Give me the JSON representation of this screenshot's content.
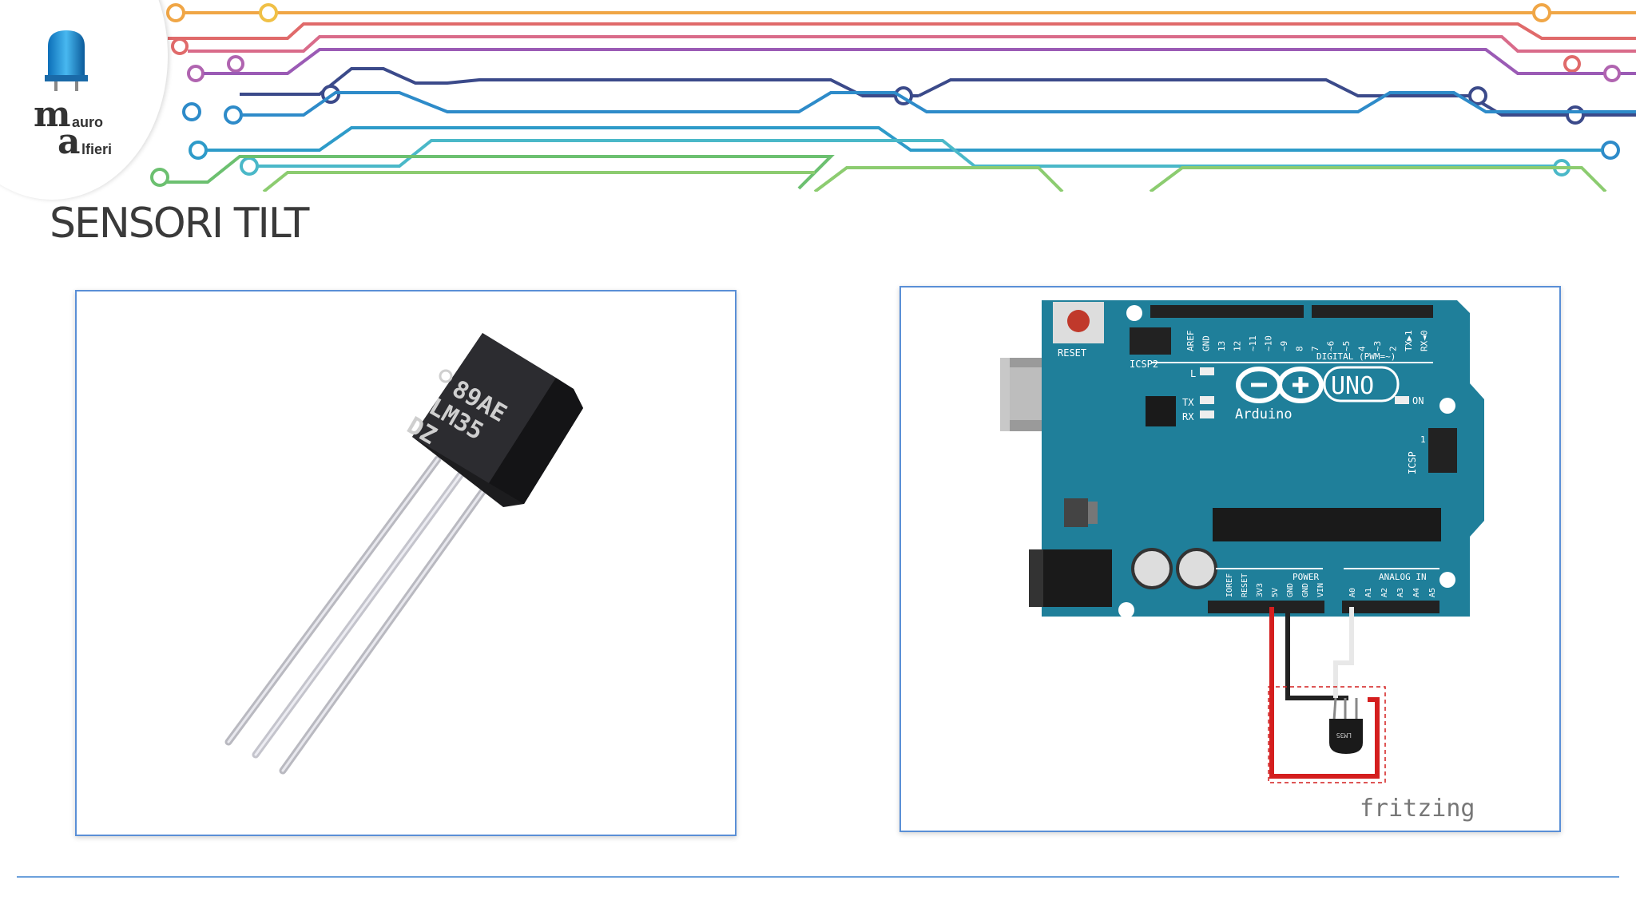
{
  "logo": {
    "initial_m": "m",
    "rest_m": "auro",
    "initial_a": "a",
    "rest_a": "lfieri"
  },
  "title": "SENSORI TILT",
  "sensor_photo": {
    "marking_line1": "89AE",
    "marking_line2": "LM35",
    "marking_line3": "DZ"
  },
  "board": {
    "reset_label": "RESET",
    "icsp2_label": "ICSP2",
    "icsp_label": "ICSP",
    "icsp_pin1": "1",
    "digital_label": "DIGITAL (PWM=~)",
    "digital_pins": [
      "AREF",
      "GND",
      "13",
      "12",
      "~11",
      "~10",
      "~9",
      "8",
      "7",
      "~6",
      "~5",
      "4",
      "~3",
      "2",
      "TX▶1",
      "RX◄0"
    ],
    "led_l": "L",
    "led_tx": "TX",
    "led_rx": "RX",
    "led_on": "ON",
    "uno_label": "UNO",
    "arduino_label": "Arduino",
    "power_label": "POWER",
    "analog_label": "ANALOG IN",
    "power_pins": [
      "IOREF",
      "RESET",
      "3V3",
      "5V",
      "GND",
      "GND",
      "VIN"
    ],
    "analog_pins": [
      "A0",
      "A1",
      "A2",
      "A3",
      "A4",
      "A5"
    ],
    "sensor_marking": "LM35",
    "fritzing_label": "fritzing"
  },
  "colors": {
    "board_teal": "#1f7f9a",
    "panel_border": "#5a8fd6",
    "wire_red": "#d41e1e",
    "wire_black": "#222222",
    "wire_white": "#e8e8e8",
    "title_text": "#3a3a3a"
  }
}
